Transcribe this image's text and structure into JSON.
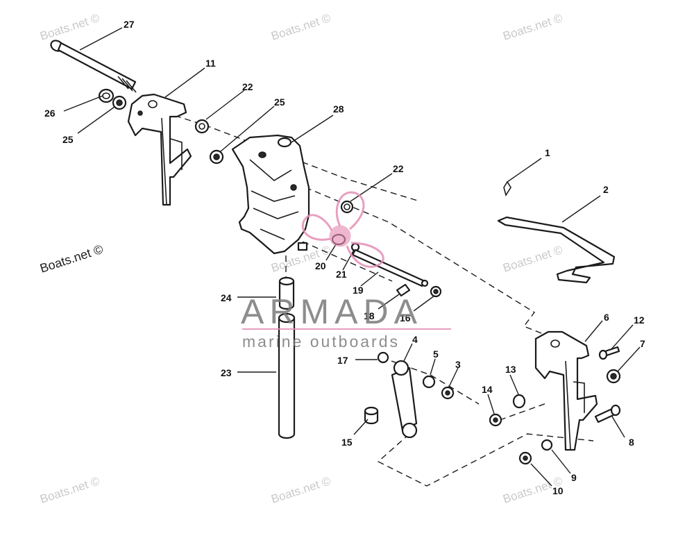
{
  "watermark_text": "Boats.net ©",
  "logo": {
    "name": "ARMADA",
    "tagline": "marine outboards",
    "accent_color": "#e58fb5",
    "text_color": "#7a7a7a"
  },
  "callouts": [
    "1",
    "2",
    "3",
    "4",
    "5",
    "6",
    "7",
    "8",
    "9",
    "10",
    "11",
    "12",
    "13",
    "14",
    "15",
    "16",
    "17",
    "18",
    "19",
    "20",
    "21",
    "22",
    "22",
    "23",
    "24",
    "25",
    "25",
    "26",
    "27",
    "28"
  ]
}
